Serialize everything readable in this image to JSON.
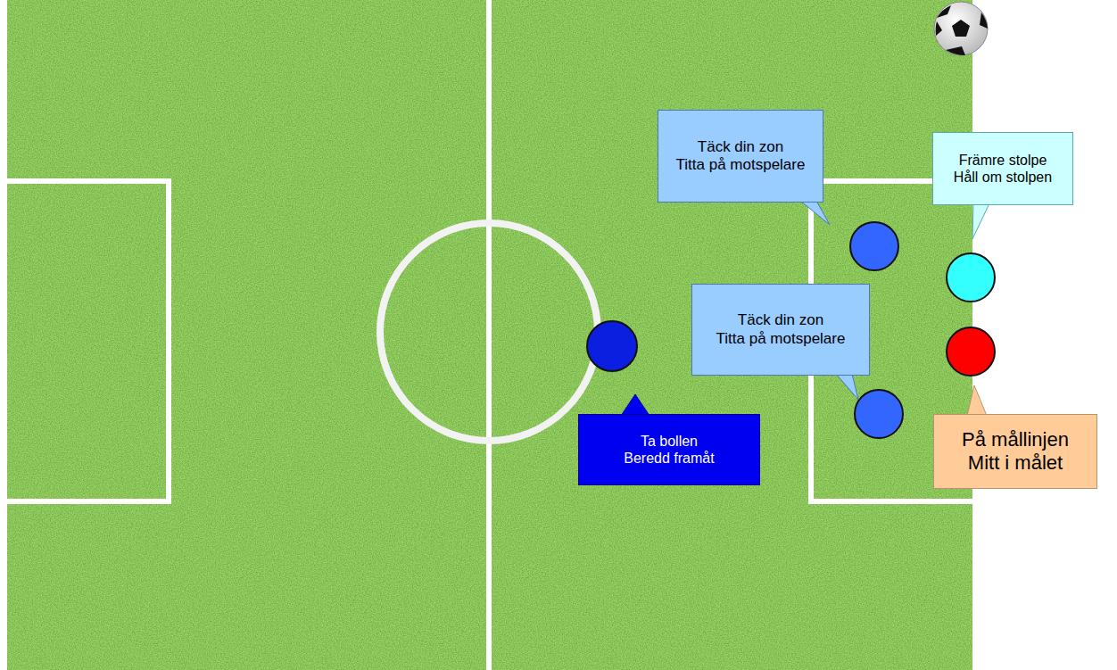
{
  "diagram": {
    "nodes": [
      {
        "text": [
          "Täck din zon",
          "Titta på motspelare"
        ]
      },
      {
        "text": [
          "Främre stolpe",
          "Håll om stolpen"
        ]
      },
      {
        "text": [
          "Täck din zon",
          "Titta på motspelare"
        ]
      },
      {
        "text": [
          "Ta bollen",
          "Beredd framåt"
        ]
      },
      {
        "text": [
          "På mållinjen",
          "Mitt i målet"
        ]
      }
    ]
  }
}
